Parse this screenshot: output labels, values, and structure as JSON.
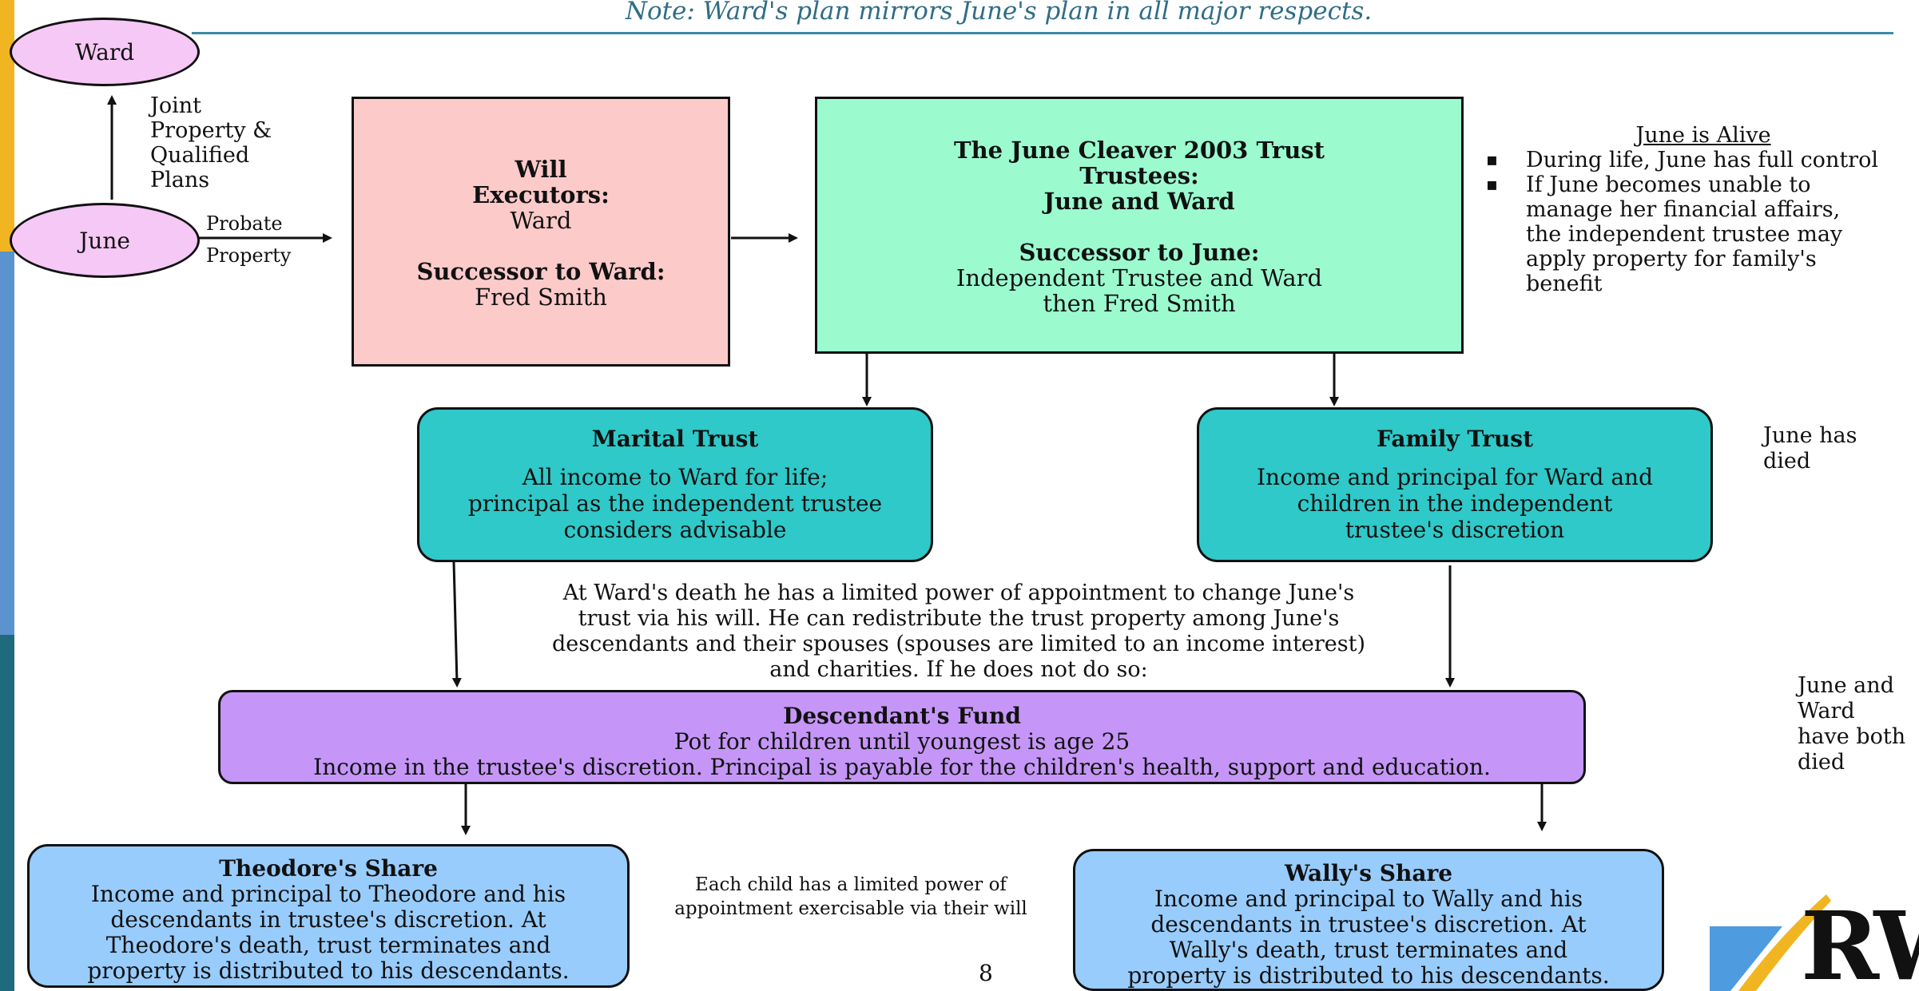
{
  "note": "Note: Ward's plan mirrors June's plan in all major respects.",
  "ward_label": "Ward",
  "june_label": "June",
  "joint_label": [
    "Joint",
    "Property &",
    "Qualified",
    "Plans"
  ],
  "probate_label": [
    "Probate",
    "Property"
  ],
  "will": {
    "title": "Will",
    "executors_label": "Executors:",
    "executor": "Ward",
    "successor_label": "Successor to Ward:",
    "successor": "Fred Smith"
  },
  "trust": {
    "title": "The June Cleaver 2003 Trust",
    "trustees_label": "Trustees:",
    "trustees": "June and Ward",
    "successor_label": "Successor to June:",
    "successor_line1": "Independent Trustee and Ward",
    "successor_line2": "then Fred Smith"
  },
  "alive": {
    "heading": "June is Alive",
    "bullets": [
      "During life, June has full control",
      "If June becomes unable to manage her financial affairs, the independent trustee may apply property for family's benefit"
    ]
  },
  "marital": {
    "title": "Marital Trust",
    "text": [
      "All income to Ward for life;",
      "principal as the independent trustee",
      "considers advisable"
    ]
  },
  "family": {
    "title": "Family Trust",
    "text": [
      "Income and principal for Ward and",
      "children in the independent",
      "trustee's discretion"
    ]
  },
  "june_died": [
    "June has",
    "died"
  ],
  "appointment_text": [
    "At Ward's death he has a limited power of appointment to change June's",
    "trust via his will. He can redistribute the trust property among June's",
    "descendants and their spouses (spouses are limited to an income interest)",
    "and charities.  If he does not do so:"
  ],
  "descendants": {
    "title": "Descendant's Fund",
    "line1": "Pot for children until youngest is age 25",
    "line2": "Income in the trustee's discretion. Principal is payable for the children's health, support and education."
  },
  "both_died": [
    "June and",
    "Ward",
    "have both",
    "died"
  ],
  "theodore": {
    "title": "Theodore's Share",
    "text": [
      "Income and principal to Theodore and his",
      "descendants in trustee's discretion. At",
      "Theodore's death, trust terminates and",
      "property is distributed to his descendants."
    ]
  },
  "wally": {
    "title": "Wally's Share",
    "text": [
      "Income and principal to Wally and his",
      "descendants in trustee's discretion. At",
      "Wally's death, trust terminates and",
      "property is distributed to his descendants."
    ]
  },
  "child_power": [
    "Each child has a limited power of",
    "appointment exercisable via their will"
  ],
  "page_number": "8",
  "logo_text": "RW",
  "colors": {
    "ward_june_fill": "#f6c8f6",
    "will_fill": "#fdcaca",
    "trust_fill": "#9bfbcf",
    "marital_family_fill": "#2ec9c8",
    "descendants_fill": "#c596f8",
    "share_fill": "#98ccfc",
    "sidebar_gold": "#f0b521",
    "sidebar_blue": "#5b93cf",
    "sidebar_teal": "#1f6a7c"
  }
}
